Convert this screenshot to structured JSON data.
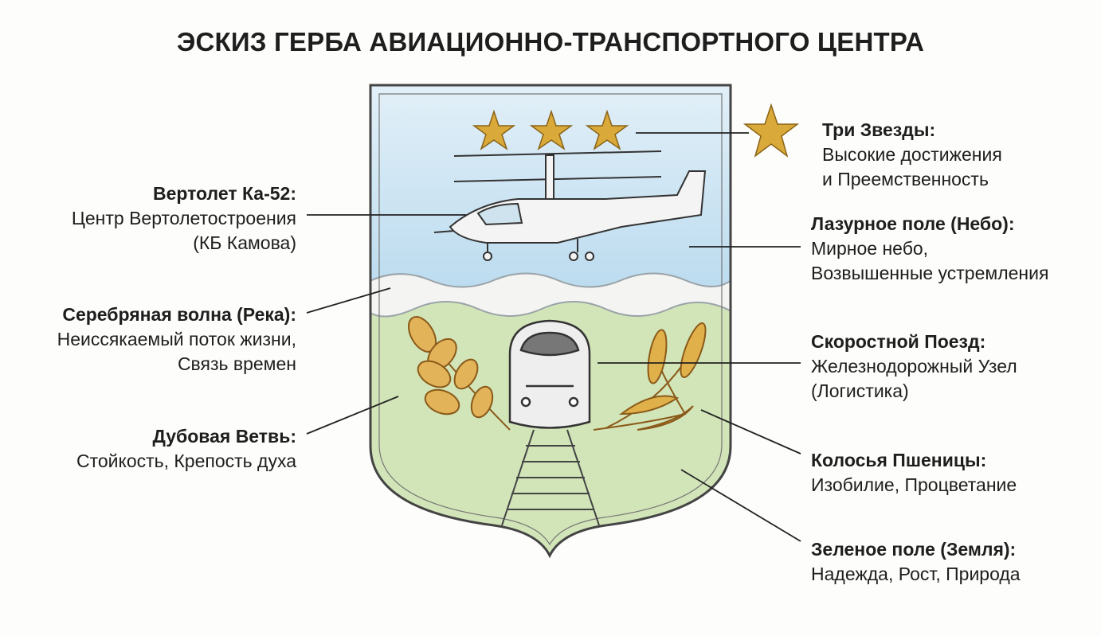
{
  "title": "ЭСКИЗ ГЕРБА АВИАЦИОННО-ТРАНСПОРТНОГО ЦЕНТРА",
  "labels": {
    "helicopter": {
      "heading": "Вертолет Ка-52:",
      "line1": "Центр Вертолетостроения",
      "line2": "(КБ Камова)"
    },
    "wave": {
      "heading": "Серебряная волна (Река):",
      "line1": "Неиссякаемый поток жизни,",
      "line2": "Связь времен"
    },
    "oak": {
      "heading": "Дубовая Ветвь:",
      "line1": "Стойкость, Крепость духа"
    },
    "stars": {
      "heading": "Три Звезды:",
      "line1": "Высокие достижения",
      "line2": "и Преемственность"
    },
    "sky": {
      "heading": "Лазурное поле (Небо):",
      "line1": "Мирное небо,",
      "line2": "Возвышенные устремления"
    },
    "train": {
      "heading": "Скоростной Поезд:",
      "line1": "Железнодорожный Узел",
      "line2": "(Логистика)"
    },
    "wheat": {
      "heading": "Колосья Пшеницы:",
      "line1": "Изобилие, Процветание"
    },
    "field": {
      "heading": "Зеленое поле (Земля):",
      "line1": "Надежда, Рост, Природа"
    }
  },
  "colors": {
    "sky": "#cfe6f3",
    "field": "#cfe3b4",
    "gold": "#d9a93a",
    "silver": "#f2f2f2"
  }
}
